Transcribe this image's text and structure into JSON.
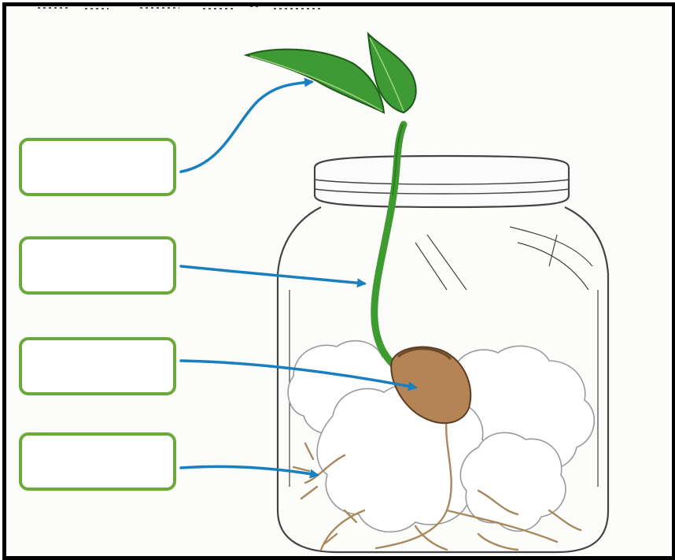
{
  "diagram": {
    "labels": [
      {
        "id": "leaf",
        "text": ""
      },
      {
        "id": "stem",
        "text": ""
      },
      {
        "id": "seed",
        "text": ""
      },
      {
        "id": "root",
        "text": ""
      }
    ],
    "colors": {
      "border": "#000000",
      "box_outline": "#6aaa3a",
      "arrow": "#1a7fbf",
      "leaf": "#3d9a34",
      "stem": "#3e9b2f",
      "seed": "#b58455",
      "cotton": "#ffffff",
      "root": "#b89c72",
      "jar_outline": "#444444"
    },
    "icons": [
      "seedling-leaf",
      "jar",
      "cotton-wool",
      "bean-seed",
      "roots",
      "arrow"
    ]
  }
}
